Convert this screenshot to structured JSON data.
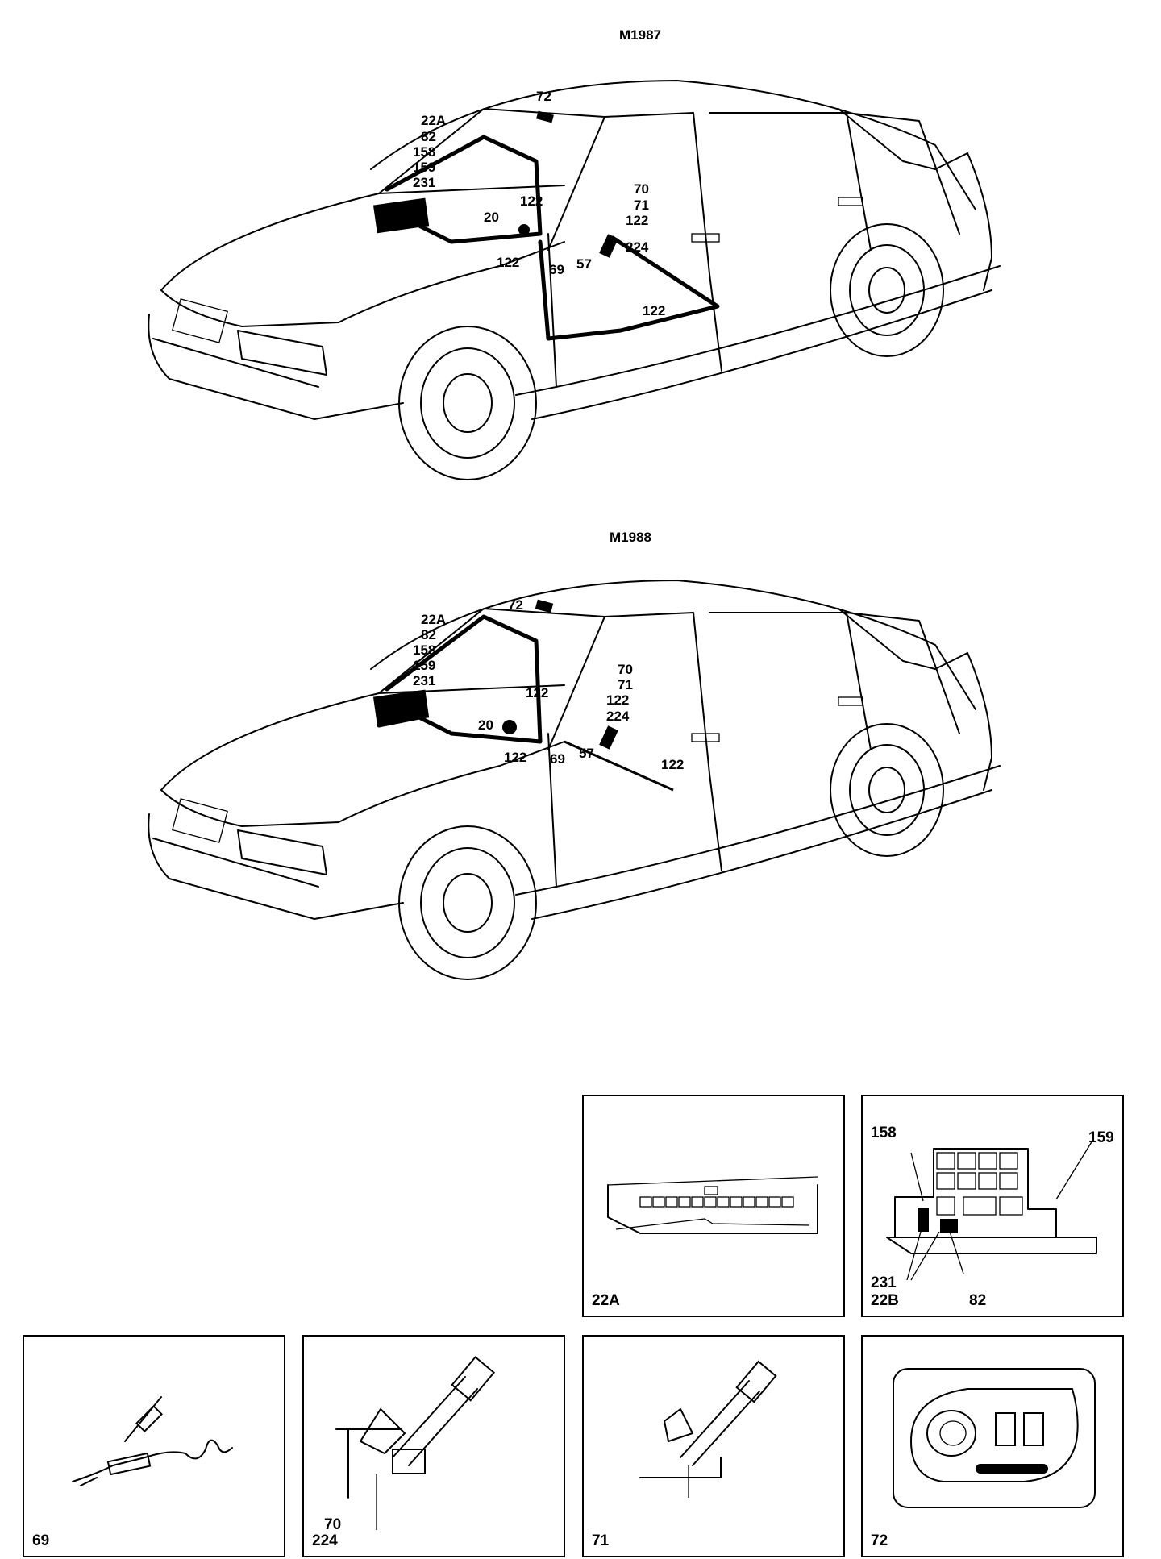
{
  "top": {
    "title": "M1987",
    "labels": {
      "l72": "72",
      "l22a": "22A",
      "l82": "82",
      "l158": "158",
      "l159": "159",
      "l231": "231",
      "l20": "20",
      "l122a": "122",
      "l122b": "122",
      "l122c": "122",
      "l122d": "122",
      "l70": "70",
      "l71": "71",
      "l224": "224",
      "l69": "69",
      "l57": "57"
    }
  },
  "bottom": {
    "title": "M1988",
    "labels": {
      "l72": "72",
      "l22a": "22A",
      "l82": "82",
      "l158": "158",
      "l159": "159",
      "l231": "231",
      "l20": "20",
      "l122a": "122",
      "l122b": "122",
      "l122c": "122",
      "l122d": "122",
      "l70": "70",
      "l71": "71",
      "l224": "224",
      "l69": "69",
      "l57": "57"
    }
  },
  "panels": {
    "p22a": {
      "label": "22A"
    },
    "p22b": {
      "label": "22B",
      "l158": "158",
      "l159": "159",
      "l231": "231",
      "l82": "82"
    },
    "p69": {
      "label": "69"
    },
    "p70": {
      "label1": "70",
      "label2": "224"
    },
    "p71": {
      "label": "71"
    },
    "p72": {
      "label": "72"
    }
  }
}
